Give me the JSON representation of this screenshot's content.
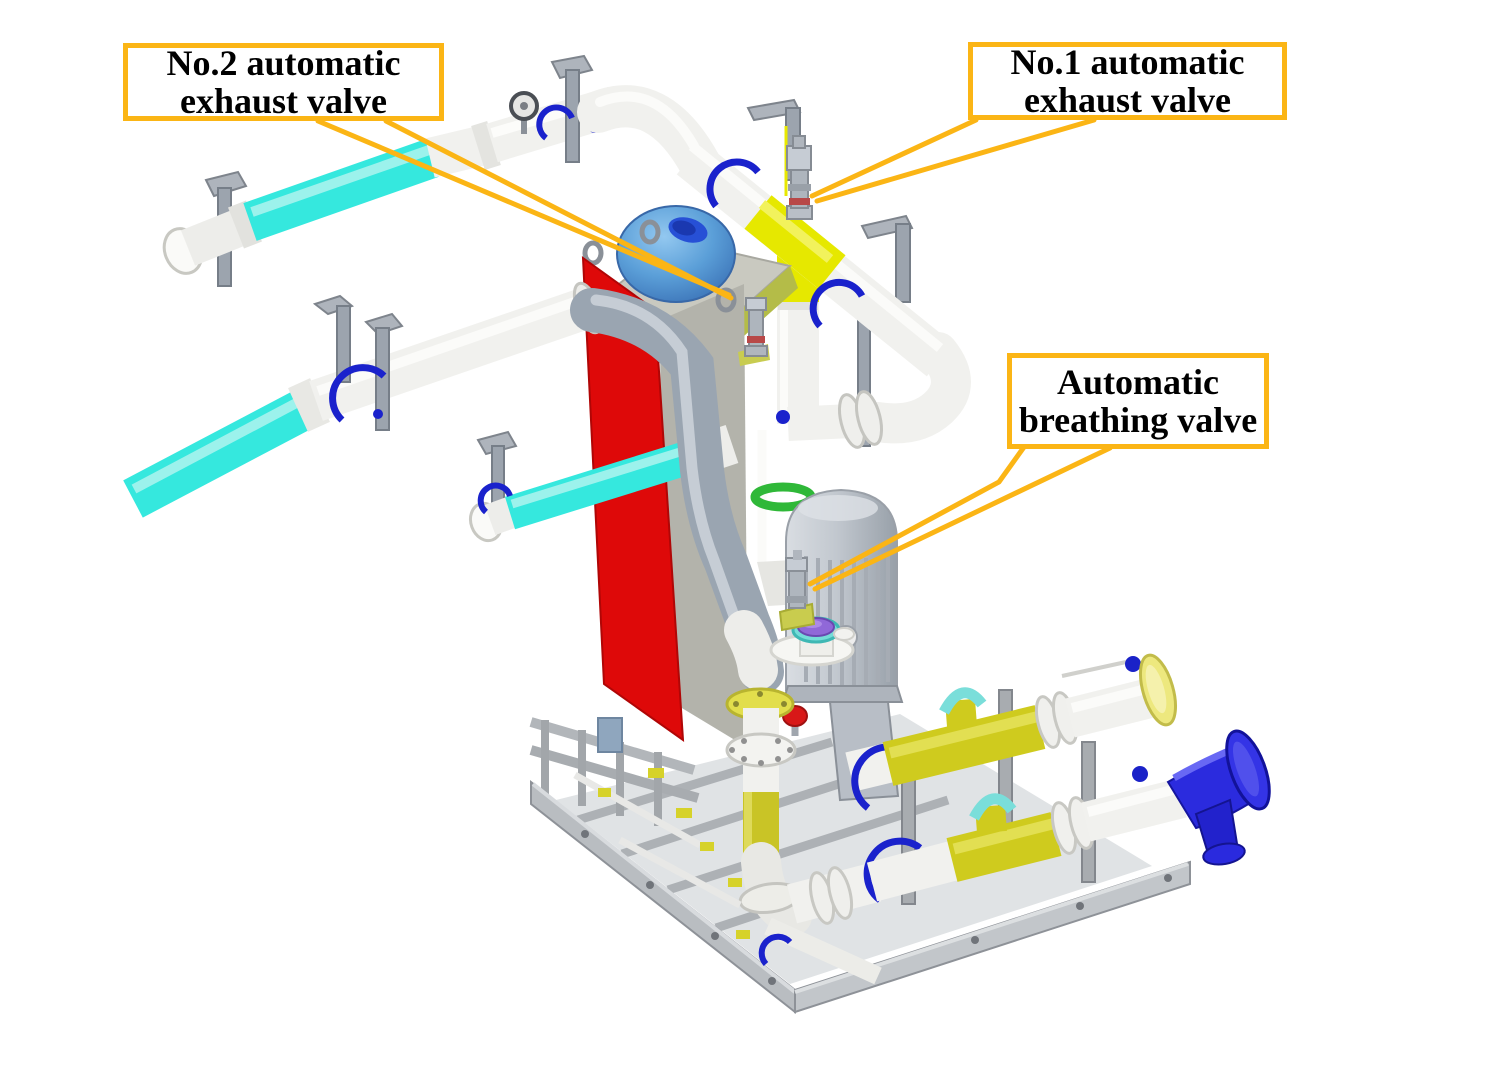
{
  "figure": {
    "description": "3D CAD rendering of a skid-mounted pump and valve assembly with annotated valves",
    "background": "#ffffff"
  },
  "callouts": {
    "no2": {
      "line1": "No.2 automatic",
      "line2": "exhaust valve"
    },
    "no1": {
      "line1": "No.1 automatic",
      "line2": "exhaust valve"
    },
    "breathing": {
      "line1": "Automatic",
      "line2": "breathing valve"
    }
  },
  "colors": {
    "callout_border": "#FBB515",
    "pipe_white": "#F1F1EE",
    "pipe_cyan": "#35E8DE",
    "pipe_gray": "#9AA5B1",
    "pipe_yellow": "#CFCB1E",
    "pipe_yellow_bright": "#E6E800",
    "panel_red": "#DE0909",
    "dome_blue": "#5B9FD8",
    "valve_blue": "#2B2BDE",
    "clamp_blue": "#1A22CC",
    "green_band": "#2FB838",
    "lid_purple": "#9068D8",
    "flange_yellow": "#E2DE4C",
    "frame_gray": "#B9BDC1"
  }
}
